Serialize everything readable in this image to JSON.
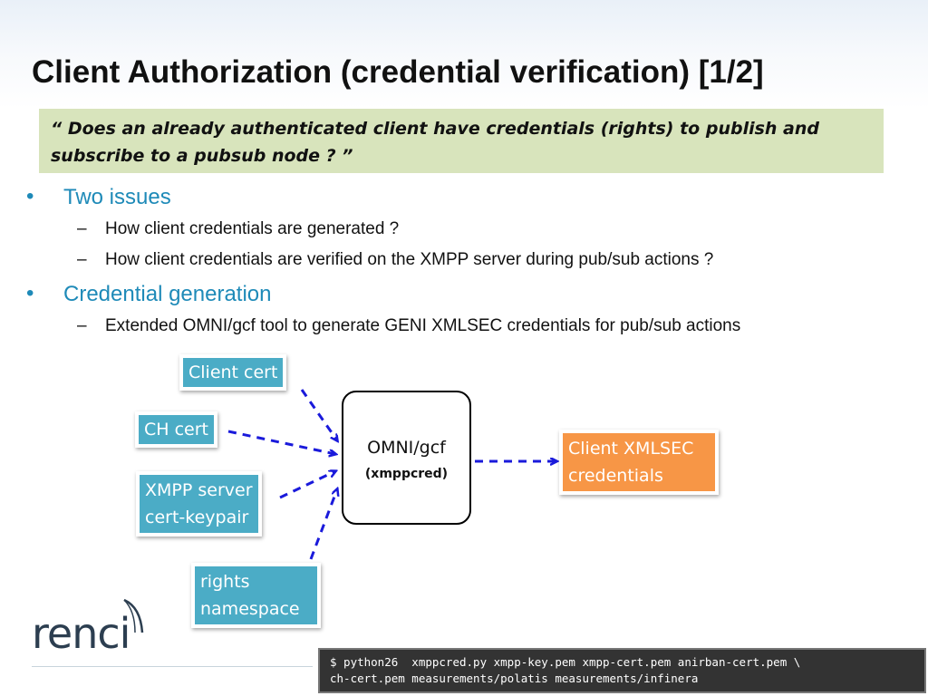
{
  "slide": {
    "title": "Client Authorization (credential verification) [1/2]",
    "quote_line1": "“ Does an already authenticated client have credentials (rights) to publish and",
    "quote_line2": "subscribe to a pubsub node ? ”"
  },
  "bullets": [
    {
      "text": "Two issues",
      "sub": [
        "How client credentials are generated ?",
        "How client credentials are verified on the XMPP server during pub/sub actions ?"
      ]
    },
    {
      "text": "Credential generation",
      "sub": [
        "Extended OMNI/gcf tool to generate GENI XMLSEC credentials for pub/sub actions"
      ]
    }
  ],
  "bullet_symbol": "•",
  "sub_bullet_symbol": "–",
  "diagram": {
    "inputs": {
      "client_cert": "Client cert",
      "ch_cert": "CH cert",
      "xmpp_line1": "XMPP server",
      "xmpp_line2": "cert-keypair",
      "rights_line1": "rights",
      "rights_line2": "namespace"
    },
    "tool": {
      "name": "OMNI/gcf",
      "subname": "(xmppcred)"
    },
    "output": {
      "line1": "Client XMLSEC",
      "line2": "credentials"
    },
    "colors": {
      "input_box": "#4bacc6",
      "output_box": "#f79646",
      "arrow": "#1a1adb"
    }
  },
  "logo": {
    "text": "renci"
  },
  "command": {
    "line1": "$ python26  xmppcred.py xmpp-key.pem xmpp-cert.pem anirban-cert.pem \\",
    "line2": "ch-cert.pem measurements/polatis measurements/infinera"
  }
}
